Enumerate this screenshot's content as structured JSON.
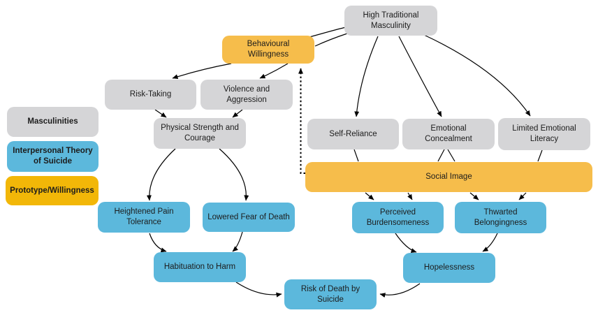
{
  "figure": {
    "title": "Masculinity and suicide risk pathway diagram",
    "colors": {
      "masculinity_fill": "#D5D5D7",
      "ito_fill": "#5CB8DC",
      "prototype_fill": "#F6BD4B",
      "legend_prototype_fill": "#F2B708",
      "edge_color": "#000000",
      "background": "#FFFFFF",
      "text": "#1C1C1C"
    },
    "legend": [
      {
        "id": "masculinities",
        "label": "Masculinities",
        "type": "masculinity"
      },
      {
        "id": "interpersonal-theory-of-suicide",
        "label": "Interpersonal Theory of Suicide",
        "type": "ito"
      },
      {
        "id": "prototype-willingness",
        "label": "Prototype/Willingness",
        "type": "prototype"
      }
    ],
    "nodes": [
      {
        "id": "high-traditional-masculinity",
        "label": "High Traditional Masculinity",
        "type": "masculinity"
      },
      {
        "id": "behavioural-willingness",
        "label": "Behavioural Willingness",
        "type": "prototype"
      },
      {
        "id": "risk-taking",
        "label": "Risk-Taking",
        "type": "masculinity"
      },
      {
        "id": "violence-and-aggression",
        "label": "Violence and Aggression",
        "type": "masculinity"
      },
      {
        "id": "physical-strength-and-courage",
        "label": "Physical Strength and Courage",
        "type": "masculinity"
      },
      {
        "id": "self-reliance",
        "label": "Self-Reliance",
        "type": "masculinity"
      },
      {
        "id": "emotional-concealment",
        "label": "Emotional Concealment",
        "type": "masculinity"
      },
      {
        "id": "limited-emotional-literacy",
        "label": "Limited Emotional Literacy",
        "type": "masculinity"
      },
      {
        "id": "social-image",
        "label": "Social Image",
        "type": "prototype"
      },
      {
        "id": "heightened-pain-tolerance",
        "label": "Heightened Pain Tolerance",
        "type": "ito"
      },
      {
        "id": "lowered-fear-of-death",
        "label": "Lowered Fear of Death",
        "type": "ito"
      },
      {
        "id": "perceived-burdensomeness",
        "label": "Perceived Burdensomeness",
        "type": "ito"
      },
      {
        "id": "thwarted-belongingness",
        "label": "Thwarted Belongingness",
        "type": "ito"
      },
      {
        "id": "habituation-to-harm",
        "label": "Habituation to Harm",
        "type": "ito"
      },
      {
        "id": "hopelessness",
        "label": "Hopelessness",
        "type": "ito"
      },
      {
        "id": "risk-of-death-by-suicide",
        "label": "Risk of Death by Suicide",
        "type": "ito"
      }
    ],
    "edges": [
      {
        "from": "high-traditional-masculinity",
        "to": "behavioural-willingness",
        "style": "double-line"
      },
      {
        "from": "behavioural-willingness",
        "to": "risk-taking",
        "style": "arrow"
      },
      {
        "from": "behavioural-willingness",
        "to": "violence-and-aggression",
        "style": "arrow"
      },
      {
        "from": "risk-taking",
        "to": "physical-strength-and-courage",
        "style": "arrow"
      },
      {
        "from": "violence-and-aggression",
        "to": "physical-strength-and-courage",
        "style": "arrow"
      },
      {
        "from": "physical-strength-and-courage",
        "to": "heightened-pain-tolerance",
        "style": "arrow"
      },
      {
        "from": "physical-strength-and-courage",
        "to": "lowered-fear-of-death",
        "style": "arrow"
      },
      {
        "from": "heightened-pain-tolerance",
        "to": "habituation-to-harm",
        "style": "arrow"
      },
      {
        "from": "lowered-fear-of-death",
        "to": "habituation-to-harm",
        "style": "arrow"
      },
      {
        "from": "habituation-to-harm",
        "to": "risk-of-death-by-suicide",
        "style": "arrow"
      },
      {
        "from": "high-traditional-masculinity",
        "to": "self-reliance",
        "style": "arrow"
      },
      {
        "from": "high-traditional-masculinity",
        "to": "emotional-concealment",
        "style": "arrow"
      },
      {
        "from": "high-traditional-masculinity",
        "to": "limited-emotional-literacy",
        "style": "arrow"
      },
      {
        "from": "self-reliance",
        "to": "social-image",
        "style": "line"
      },
      {
        "from": "emotional-concealment",
        "to": "social-image",
        "style": "double-line"
      },
      {
        "from": "limited-emotional-literacy",
        "to": "social-image",
        "style": "line"
      },
      {
        "from": "social-image",
        "to": "perceived-burdensomeness",
        "style": "double-arrow"
      },
      {
        "from": "social-image",
        "to": "thwarted-belongingness",
        "style": "double-arrow"
      },
      {
        "from": "perceived-burdensomeness",
        "to": "hopelessness",
        "style": "arrow"
      },
      {
        "from": "thwarted-belongingness",
        "to": "hopelessness",
        "style": "arrow"
      },
      {
        "from": "hopelessness",
        "to": "risk-of-death-by-suicide",
        "style": "arrow"
      },
      {
        "from": "social-image",
        "to": "behavioural-willingness",
        "style": "dashed-arrow"
      }
    ]
  }
}
